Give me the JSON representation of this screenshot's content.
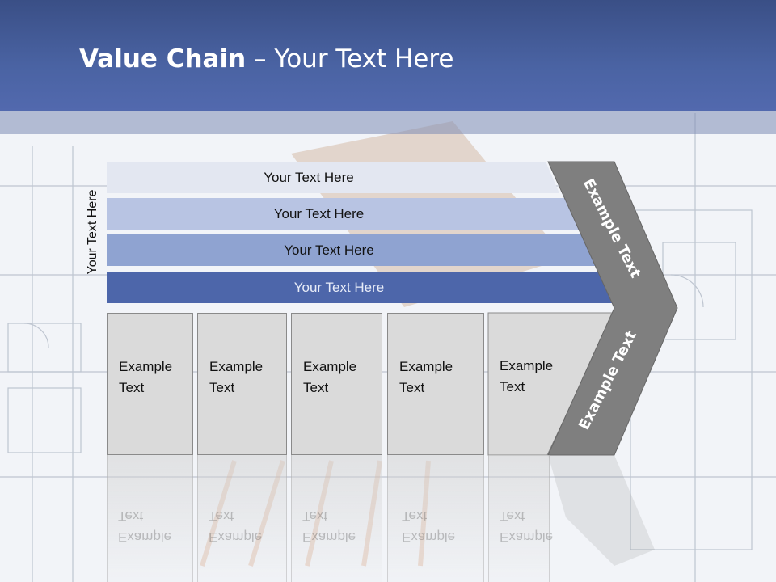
{
  "title": {
    "bold": "Value Chain",
    "rest": " – Your Text Here"
  },
  "vertical_label": "Your Text Here",
  "bars": [
    {
      "label": "Your Text Here"
    },
    {
      "label": "Your Text Here"
    },
    {
      "label": "Your Text Here"
    },
    {
      "label": "Your Text Here"
    }
  ],
  "boxes": [
    {
      "line1": "Example",
      "line2": "Text"
    },
    {
      "line1": "Example",
      "line2": "Text"
    },
    {
      "line1": "Example",
      "line2": "Text"
    },
    {
      "line1": "Example",
      "line2": "Text"
    },
    {
      "line1": "Example",
      "line2": "Text"
    }
  ],
  "chevron": {
    "upper_label": "Example Text",
    "lower_label": "Example Text"
  },
  "colors": {
    "header": "#4a63a3",
    "bar1": "#e3e7f1",
    "bar2": "#b8c4e3",
    "bar3": "#8fa3d1",
    "bar4": "#4d66aa",
    "box": "#dadada",
    "chevron": "#7f7f7f"
  }
}
